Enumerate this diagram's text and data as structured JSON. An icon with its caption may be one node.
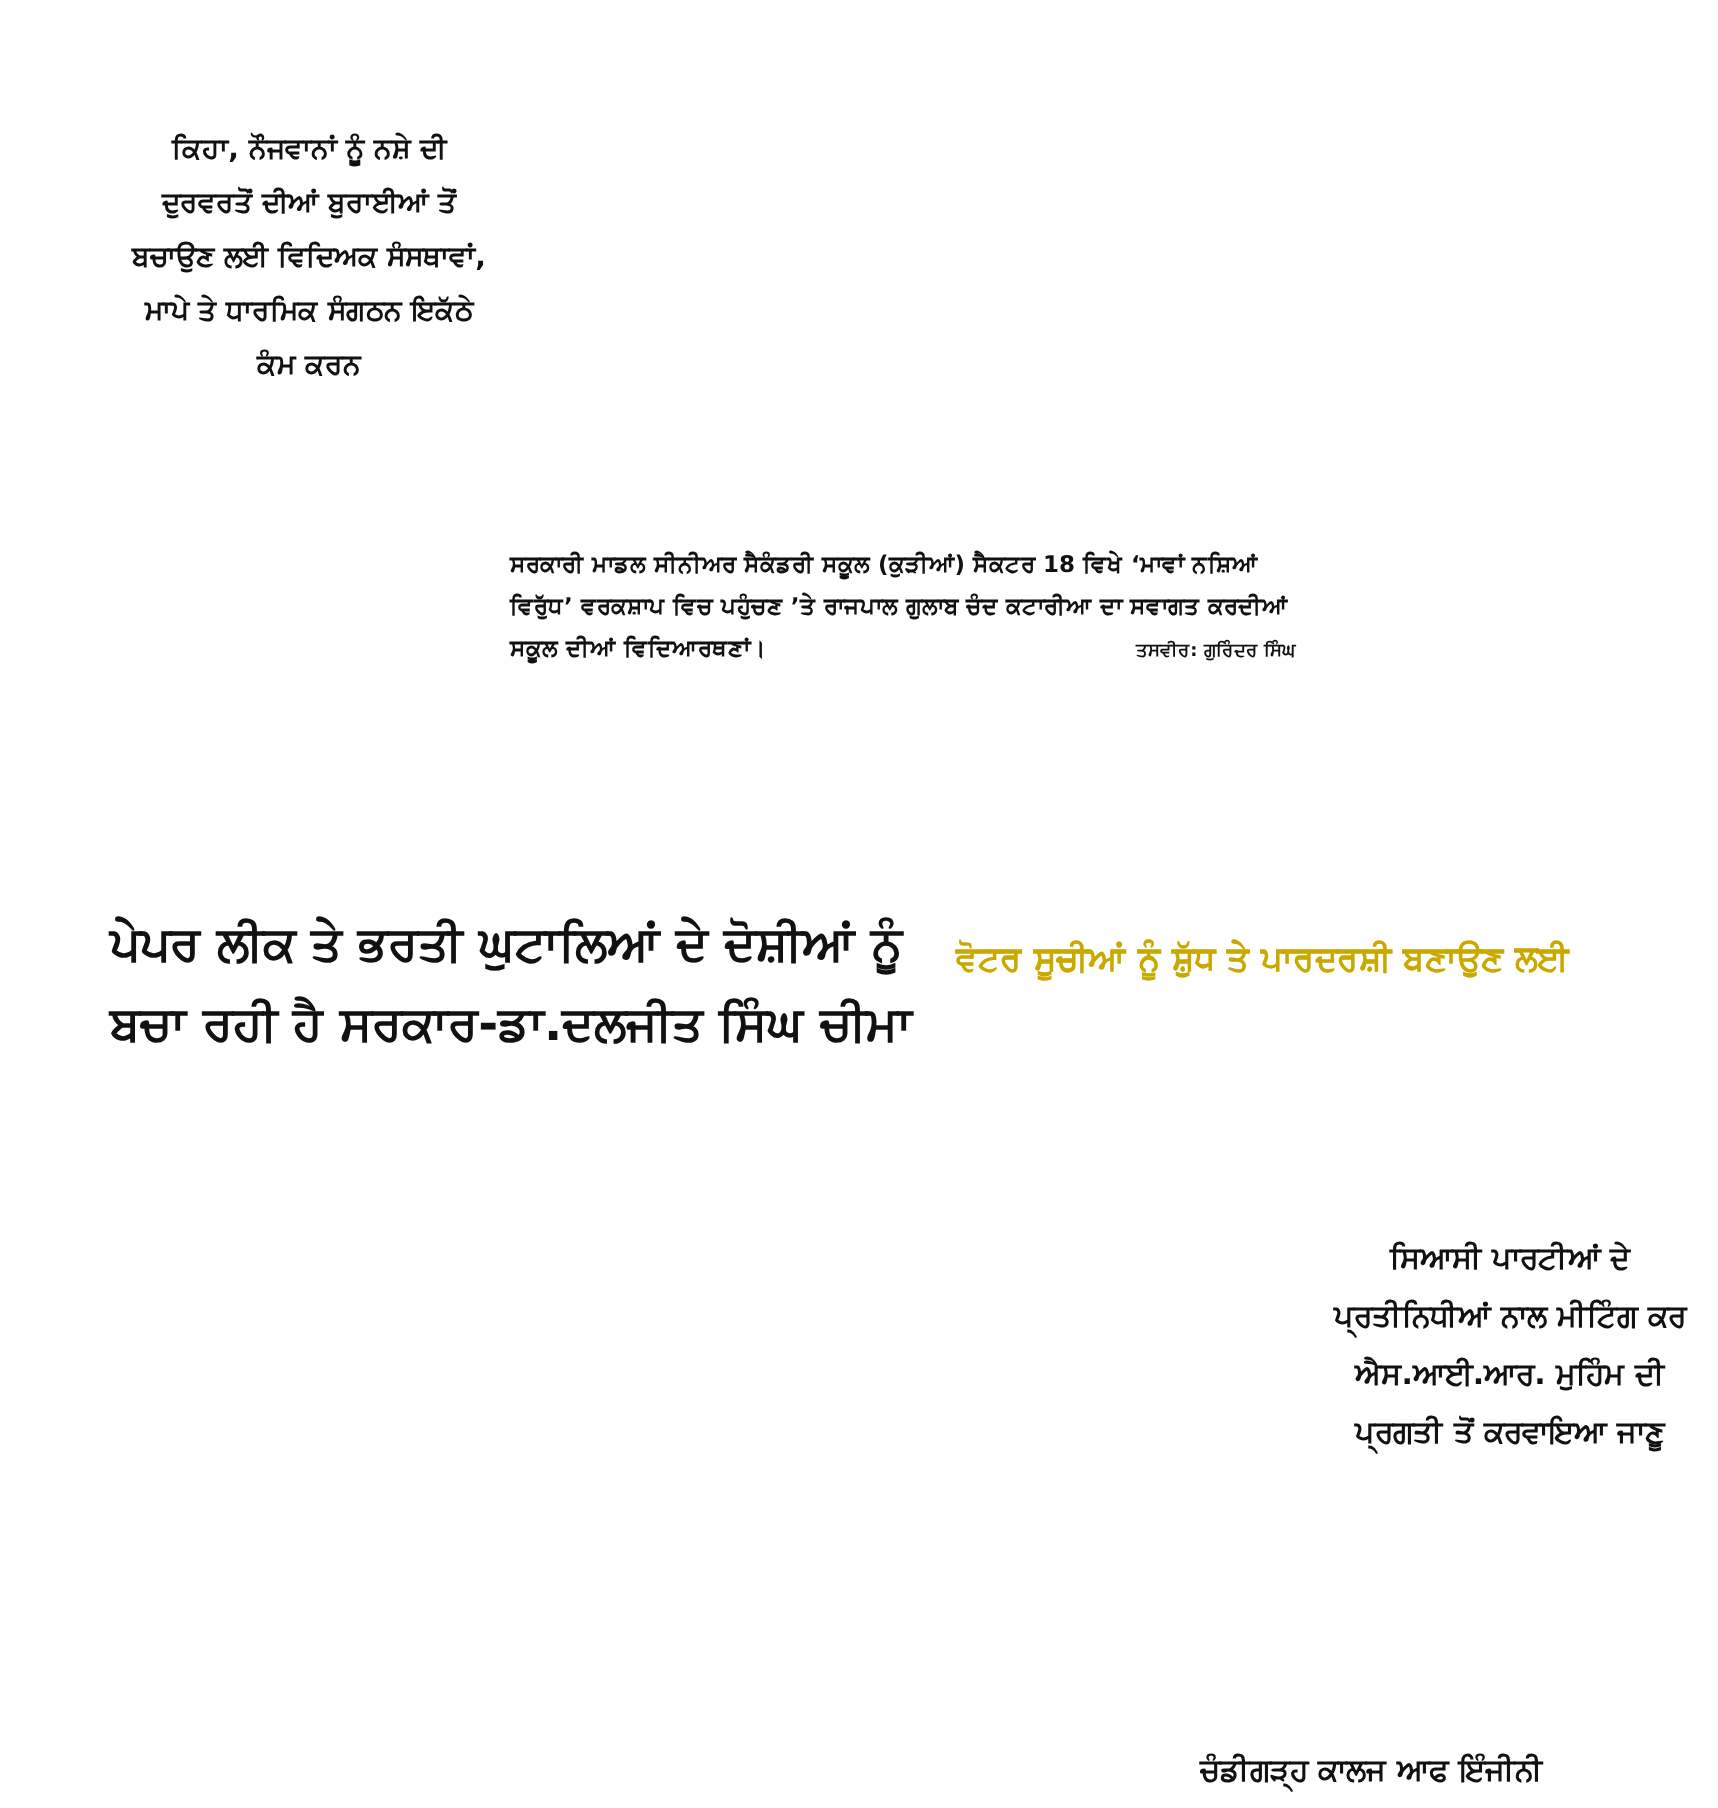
{
  "diagram": {
    "labels": [
      "ਕਿਹਾ, ਨੌਜਵਾਨਾਂ ਨੂੰ ਨਸ਼ੇ ਦੀ ਦੁਰਵਰਤੋਂ ਦੀਆਂ ਬੁਰਾਈਆਂ ਤੋਂ ਬਚਾਉਣ ਲਈ ਵਿਦਿਅਕ ਸੰਸਥਾਵਾਂ, ਮਾਪੇ ਤੇ ਧਾਰਮਿਕ ਸੰਗਠਨ ਇਕੱਠੇ ਕੰਮ ਕਰਨ",
      "ਸਰਕਾਰੀ ਮਾਡਲ ਸੀਨੀਅਰ ਸੈਕੰਡਰੀ ਸਕੂਲ (ਕੁੜੀਆਂ) ਸੈਕਟਰ 18 ਵਿਖੇ ‘ਮਾਵਾਂ ਨਸ਼ਿਆਂ ਵਿਰੁੱਧ’ ਵਰਕਸ਼ਾਪ ਵਿਚ ਪਹੁੰਚਣ ’ਤੇ ਰਾਜਪਾਲ ਗੁਲਾਬ ਚੰਦ ਕਟਾਰੀਆ ਦਾ ਸਵਾਗਤ ਕਰਦੀਆਂ ਸਕੂਲ ਦੀਆਂ ਵਿਦਿਆਰਥਣਾਂ।",
      "ਤਸਵੀਰ: ਗੁਰਿੰਦਰ ਸਿੰਘ",
      "ਪੇਪਰ ਲੀਕ ਤੇ ਭਰਤੀ ਘੁਟਾਲਿਆਂ ਦੇ ਦੋਸ਼ੀਆਂ ਨੂੰ ਬਚਾ ਰਹੀ ਹੈ ਸਰਕਾਰ-ਡਾ.ਦਲਜੀਤ ਸਿੰਘ ਚੀਮਾ",
      "ਵੋਟਰ ਸੂਚੀਆਂ ਨੂੰ ਸ਼ੁੱਧ ਤੇ ਪਾਰਦਰਸ਼ੀ ਬਣਾਉਣ ਲਈ",
      "ਸਿਆਸੀ ਪਾਰਟੀਆਂ ਦੇ ਪ੍ਰਤੀਨਿਧੀਆਂ ਨਾਲ ਮੀਟਿੰਗ ਕਰ ਐਸ.ਆਈ.ਆਰ. ਮੁਹਿੰਮ ਦੀ ਪ੍ਰਗਤੀ ਤੋਂ ਕਰਵਾਇਆ ਜਾਣੂ",
      "ਚੰਡੀਗੜ੍ਹ ਕਾਲਜ ਆਫ ਇੰਜੀਨੀ"
    ]
  }
}
